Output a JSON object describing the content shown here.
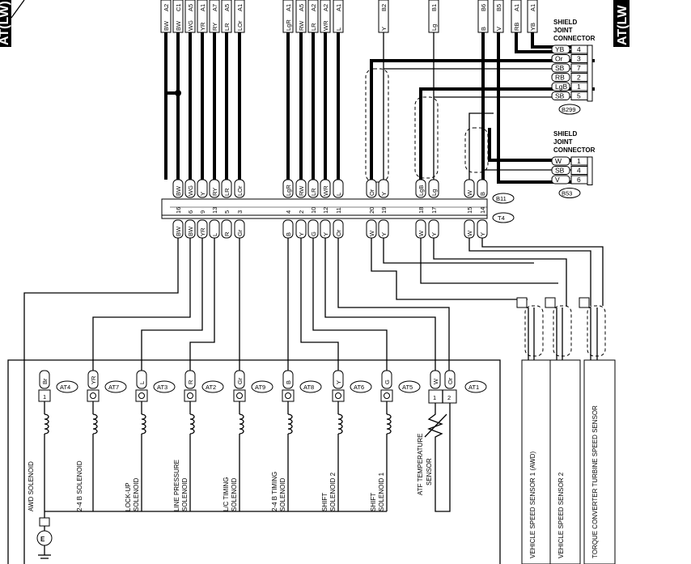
{
  "header": {
    "left_tab": "AT(LW)",
    "right_tab": "AT(LW"
  },
  "top_codes": [
    "BW",
    "BW",
    "WG",
    "YR",
    "RY",
    "LR",
    "LOr",
    "LgR",
    "RW",
    "LR",
    "WR",
    "L",
    "Y",
    "Lg",
    "B",
    "V",
    "RB",
    "YB"
  ],
  "top_pins": [
    "A2",
    "C1",
    "A5",
    "A1",
    "A7",
    "A5",
    "A1",
    "A1",
    "A5",
    "A2",
    "A2",
    "A1",
    "B2",
    "B1",
    "B6",
    "B5",
    "A1",
    "A1"
  ],
  "shield_top": {
    "title": "SHIELD JOINT CONNECTOR",
    "rows": [
      {
        "c": "YB",
        "p": "4"
      },
      {
        "c": "Or",
        "p": "3"
      },
      {
        "c": "SB",
        "p": "7"
      },
      {
        "c": "RB",
        "p": "2"
      },
      {
        "c": "LgB",
        "p": "1"
      },
      {
        "c": "SB",
        "p": "5"
      }
    ],
    "ref": "B299"
  },
  "shield_bottom": {
    "title": "SHIELD JOINT CONNECTOR",
    "rows": [
      {
        "c": "W",
        "p": "1"
      },
      {
        "c": "SB",
        "p": "4"
      },
      {
        "c": "V",
        "p": "6"
      }
    ],
    "ref": "B53"
  },
  "conn_upper": [
    {
      "c": "BW",
      "p": "16"
    },
    {
      "c": "WG",
      "p": "6"
    },
    {
      "c": "Y",
      "p": "9"
    },
    {
      "c": "RY",
      "p": "13"
    },
    {
      "c": "LR",
      "p": "5"
    },
    {
      "c": "LOr",
      "p": "3"
    },
    {
      "c": "LgR",
      "p": "4"
    },
    {
      "c": "RW",
      "p": "2"
    },
    {
      "c": "LR",
      "p": "10"
    },
    {
      "c": "WR",
      "p": "12"
    },
    {
      "c": "L",
      "p": "11"
    },
    {
      "c": "Or",
      "p": "20"
    },
    {
      "c": "Y",
      "p": "19"
    },
    {
      "c": "LgB",
      "p": "18"
    },
    {
      "c": "Lg",
      "p": "17"
    },
    {
      "c": "W",
      "p": "15"
    },
    {
      "c": "B",
      "p": "14"
    }
  ],
  "conn_lower": [
    "BW",
    "BW",
    "YR",
    "L",
    "R",
    "Gr",
    "B",
    "Y",
    "G",
    "Y",
    "Or",
    "W",
    "Y",
    "W",
    "Y",
    "W",
    "Y"
  ],
  "conn_refs": {
    "upper": "B11",
    "lower": "T4"
  },
  "solenoids": [
    {
      "code": "Br",
      "ref": "AT4",
      "name1": "AWD SOLENOID",
      "name2": "",
      "pin": "1"
    },
    {
      "code": "YR",
      "ref": "AT7",
      "name1": "2-4 B SOLENOID",
      "name2": ""
    },
    {
      "code": "L",
      "ref": "AT3",
      "name1": "LOCK-UP",
      "name2": "SOLENOID"
    },
    {
      "code": "R",
      "ref": "AT2",
      "name1": "LINE PRESSURE",
      "name2": "SOLENOID"
    },
    {
      "code": "Gr",
      "ref": "AT9",
      "name1": "L/C TIMING",
      "name2": "SOLENOID"
    },
    {
      "code": "B",
      "ref": "AT8",
      "name1": "2-4 B TIMING",
      "name2": "SOLENOID"
    },
    {
      "code": "Y",
      "ref": "AT6",
      "name1": "SHIFT",
      "name2": "SOLENOID 2"
    },
    {
      "code": "G",
      "ref": "AT5",
      "name1": "SHIFT",
      "name2": "SOLENOID 1"
    }
  ],
  "atf": {
    "codes": [
      "W",
      "Or"
    ],
    "pins": [
      "1",
      "2"
    ],
    "ref": "AT1",
    "name1": "ATF TEMPERATURE",
    "name2": "SENSOR"
  },
  "sensors": [
    "VEHICLE SPEED SENSOR 1 (AWD)",
    "VEHICLE SPEED SENSOR 2",
    "TORQUE CONVERTER TURBINE SPEED SENSOR"
  ],
  "ground": "E"
}
